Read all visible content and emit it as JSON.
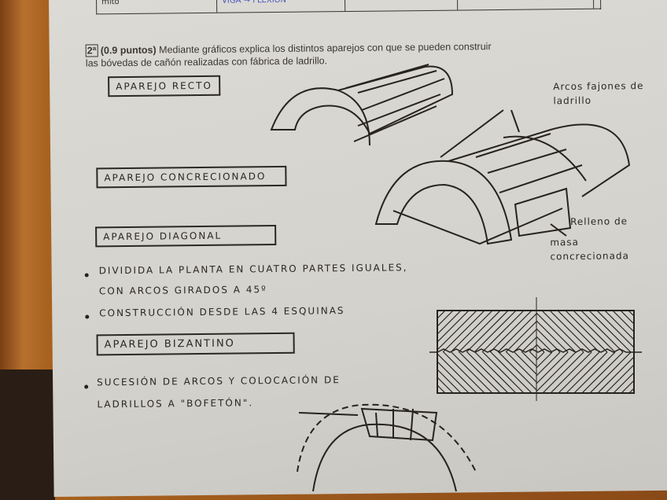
{
  "top_table": {
    "cell_1": "mito",
    "cell_2": "VIGA → FLEXIÓN"
  },
  "question": {
    "number": "2ª",
    "points": "(0.9 puntos)",
    "text_line1": "Mediante gráficos explica los distintos aparejos con que se pueden construir",
    "text_line2": "las bóvedas de cañón realizadas con fábrica de ladrillo."
  },
  "sections": {
    "recto": "Aparejo recto",
    "concrecionado": "Aparejo concrecionado",
    "diagonal": "Aparejo diagonal",
    "bizantino": "Aparejo bizantino"
  },
  "annotations": {
    "arcos_fajones": "Arcos fajones de ladrillo",
    "relleno_1": "Relleno de",
    "relleno_2": "masa",
    "relleno_3": "concrecionada"
  },
  "diagonal_notes": [
    "Dividida la planta en cuatro partes iguales,",
    "con arcos girados a 45º",
    "Construcción desde las 4 esquinas"
  ],
  "bizantino_notes": [
    "Sucesión de arcos y colocación de",
    "ladrillos a \"bofetón\"."
  ]
}
